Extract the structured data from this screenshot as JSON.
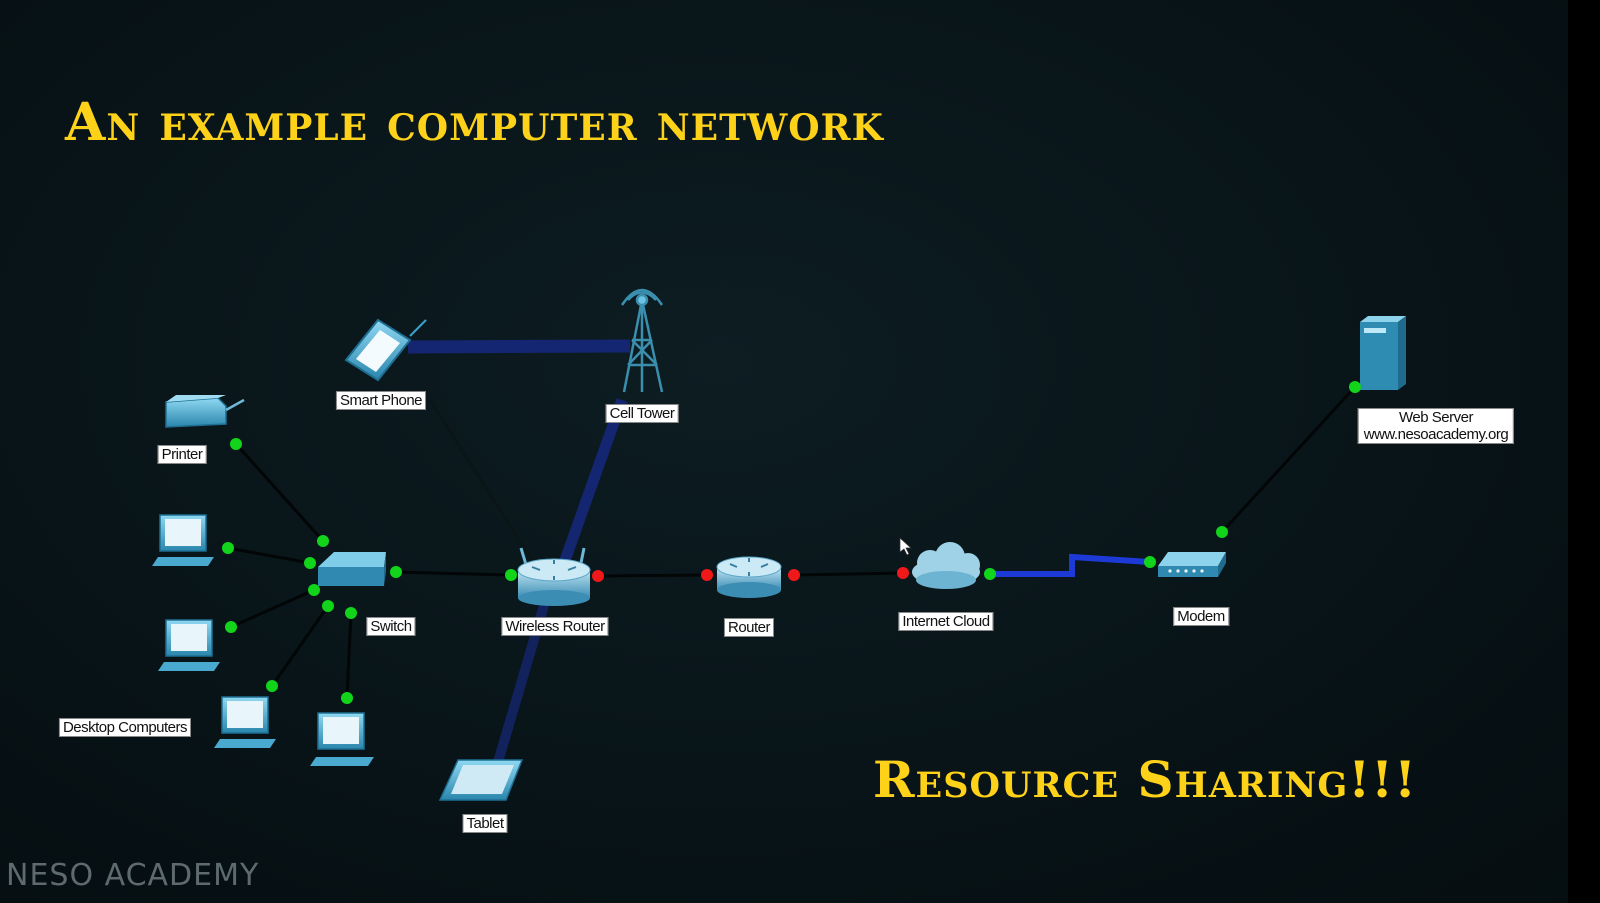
{
  "title": "An example computer network",
  "tagline": "Resource Sharing!!!",
  "watermark": "NESO ACADEMY",
  "labels": {
    "printer": "Printer",
    "smart_phone": "Smart Phone",
    "cell_tower": "Cell Tower",
    "switch": "Switch",
    "wireless_router": "Wireless Router",
    "router": "Router",
    "internet_cloud": "Internet Cloud",
    "modem": "Modem",
    "web_server": "Web Server",
    "web_server_url": "www.nesoacademy.org",
    "desktop_computers": "Desktop Computers",
    "tablet": "Tablet"
  },
  "colors": {
    "title": "#ffd21a",
    "device": "#3aa2c8",
    "link_up": "#11d41b",
    "link_down": "#f01818",
    "wireless": "#15287a",
    "serial": "#1d3ad6"
  }
}
